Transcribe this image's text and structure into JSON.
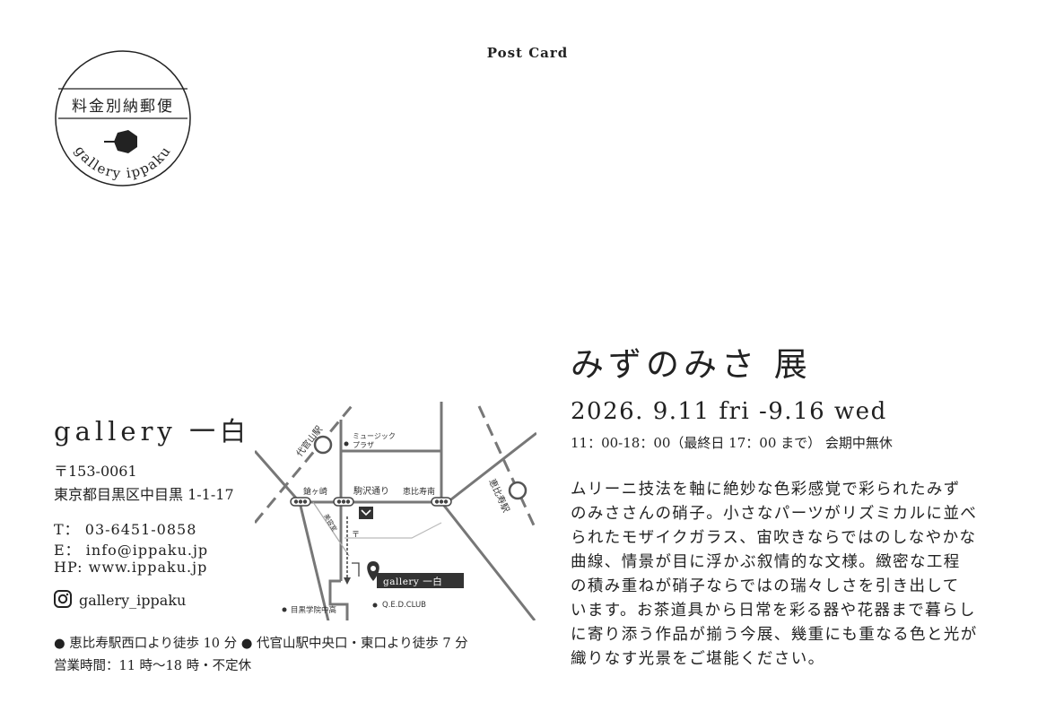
{
  "header": {
    "title": "Post Card"
  },
  "stamp": {
    "title": "料金別納郵便",
    "label": "gallery ippaku"
  },
  "gallery": {
    "name": "gallery 一白",
    "zip": "〒153-0061",
    "address": "東京都目黒区中目黒 1-1-17",
    "tel": "T： 03-6451-0858",
    "email": "E： info@ippaku.jp",
    "hp": "HP: www.ippaku.jp",
    "instagram": "gallery_ippaku",
    "access": "● 恵比寿駅西口より徒歩 10 分 ● 代官山駅中央口・東口より徒歩 7 分",
    "hours": "営業時間：11 時〜18 時・不定休"
  },
  "map": {
    "daikanyama": "代官山駅",
    "ebisu": "恵比寿駅",
    "museum": "ミュージック",
    "plaza": "プラザ",
    "komazawa": "駒沢通り",
    "yarigasaki": "鎗ヶ崎",
    "ebisuminami": "恵比寿南",
    "biyoshitsu": "美容室",
    "post_mark": "〒",
    "gallery_label": "gallery 一白",
    "meguro_school": "目黒学院中高",
    "qed": "Q.E.D.CLUB"
  },
  "exhibition": {
    "title": "みずのみさ 展",
    "dates": "2026. 9.11 fri -9.16 wed",
    "time": "11：00-18：00（最終日 17：00 まで） 会期中無休",
    "description": [
      "ムリーニ技法を軸に絶妙な色彩感覚で彩られたみず",
      "のみささんの硝子。小さなパーツがリズミカルに並べ",
      "られたモザイクガラス、宙吹きならではのしなやかな",
      "曲線、情景が目に浮かぶ叙情的な文様。緻密な工程",
      "の積み重ねが硝子ならではの瑞々しさを引き出して",
      "います。お茶道具から日常を彩る器や花器まで暮らし",
      "に寄り添う作品が揃う今展、幾重にも重なる色と光が",
      "織りなす光景をご堪能ください。"
    ]
  }
}
